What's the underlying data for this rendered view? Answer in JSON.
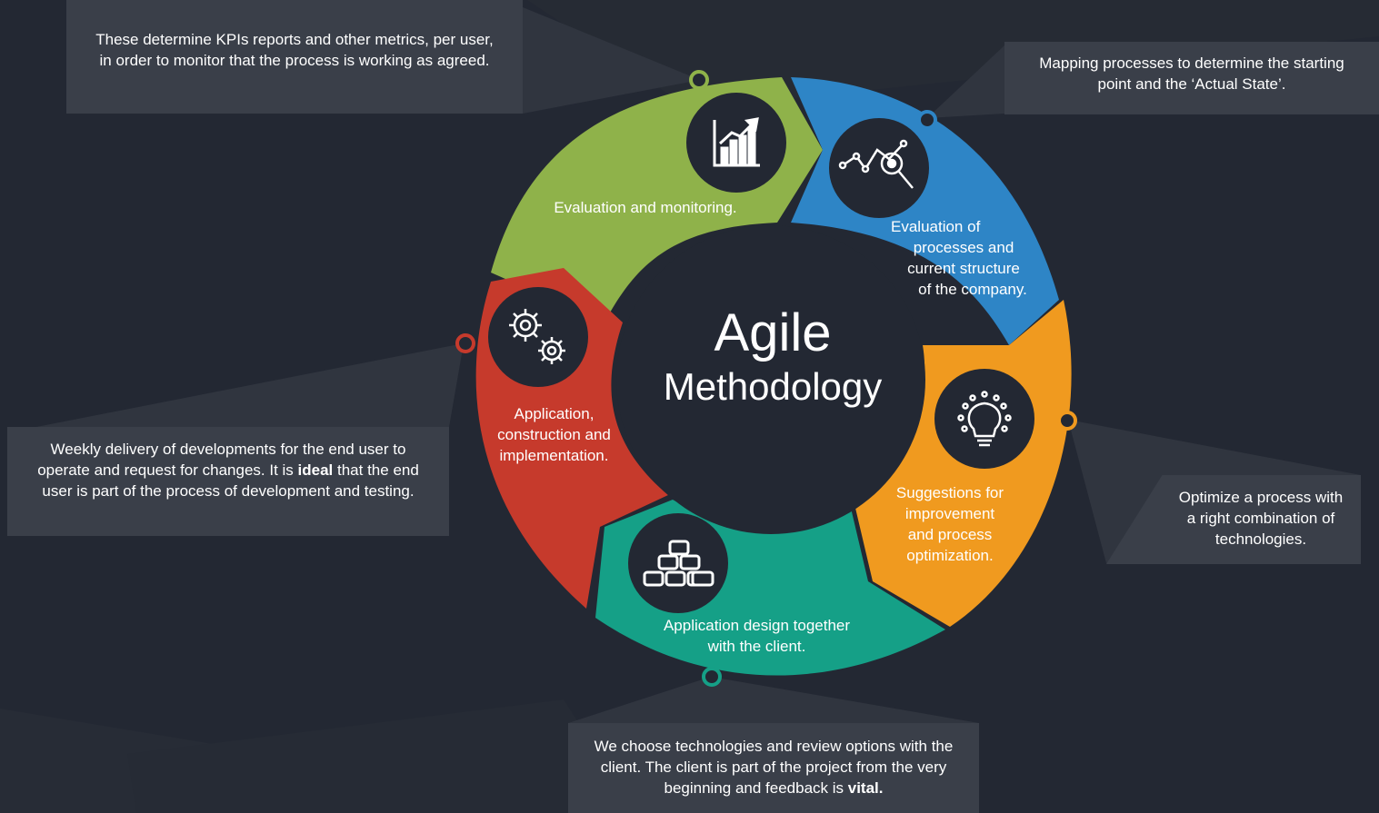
{
  "center": {
    "title": "Agile",
    "subtitle": "Methodology"
  },
  "segments": [
    {
      "id": "evaluation-monitoring",
      "color": "#8fb24a",
      "icon": "bar-chart-growth-icon",
      "lines": [
        "Evaluation and monitoring."
      ]
    },
    {
      "id": "evaluation-processes",
      "color": "#2e85c6",
      "icon": "data-analysis-magnifier-icon",
      "lines": [
        "Evaluation of",
        "processes and",
        "current structure",
        "of the company."
      ]
    },
    {
      "id": "suggestions",
      "color": "#f09a1f",
      "icon": "lightbulb-icon",
      "lines": [
        "Suggestions for",
        "improvement",
        "and process",
        "optimization."
      ]
    },
    {
      "id": "application-design",
      "color": "#15a087",
      "icon": "stacked-blocks-icon",
      "lines": [
        "Application design together",
        "with the client."
      ]
    },
    {
      "id": "application-construction",
      "color": "#c63a2c",
      "icon": "gears-icon",
      "lines": [
        "Application,",
        "construction and",
        "implementation."
      ]
    }
  ],
  "notes": {
    "top_left": {
      "lines": [
        "These determine KPIs reports and other metrics, per user,",
        "in order to monitor that the process is working as agreed."
      ]
    },
    "top_right": {
      "lines": [
        "Mapping processes to determine the starting",
        "point and the ‘Actual State’."
      ]
    },
    "right": {
      "lines": [
        "Optimize a process with",
        "a right combination of",
        "technologies."
      ]
    },
    "left": {
      "line1": "Weekly delivery of developments for the  end  user  to",
      "line2_pre": "operate and request for changes. It is ",
      "line2_bold": "ideal",
      "line2_post": " that the end",
      "line3": "user is part of the process of development and testing."
    },
    "bottom": {
      "line1": "We choose technologies and review options with the",
      "line2": "client. The client is part of the project  from the very",
      "line3_pre": "beginning and feedback is ",
      "line3_bold": "vital."
    }
  }
}
